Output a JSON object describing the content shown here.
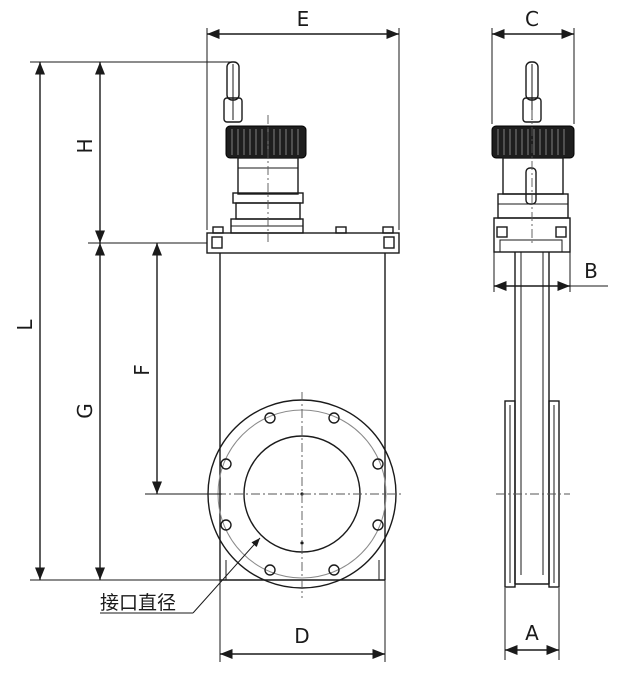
{
  "dimension_labels": {
    "E": "E",
    "H": "H",
    "L": "L",
    "F": "F",
    "G": "G",
    "D": "D",
    "C": "C",
    "B": "B",
    "A": "A"
  },
  "callout": "接口直径"
}
